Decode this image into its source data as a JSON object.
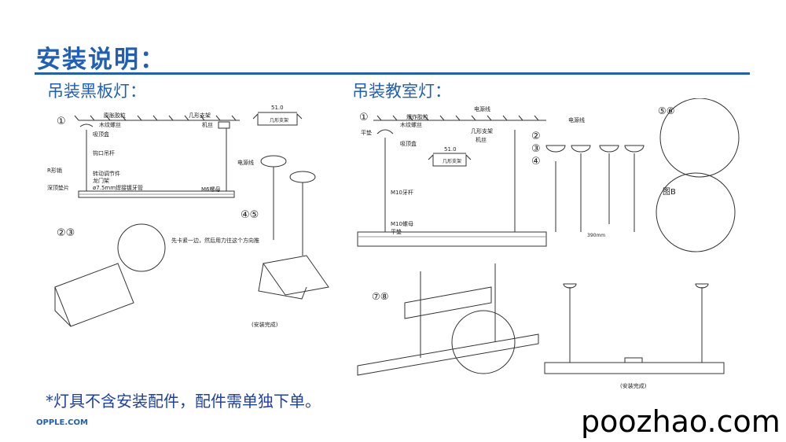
{
  "header": {
    "title": "安装说明："
  },
  "sections": {
    "left_title": "吊装黑板灯：",
    "right_title": "吊装教室灯："
  },
  "left_diagram": {
    "step1": "①",
    "labels": {
      "expansion_glue": "膨胀胶粒",
      "wood_screw": "木纹螺丝",
      "ceiling_box": "吸顶盒",
      "hook_rod": "钩口吊杆",
      "bracket": "几形支架",
      "machine_screw": "机丝",
      "r_clip": "R形销",
      "rotating_part": "转动调节件",
      "gate_frame": "龙门架",
      "pipe": "ø7.5mm焊接镀牙管",
      "washer": "深顶垫片",
      "power_line": "电源线",
      "m6_nut": "M6螺母"
    },
    "bracket_dim": "51.0",
    "bracket_label": "几形支架",
    "step2": "②③",
    "step4": "④⑤",
    "callout": "先卡紧一边，然后用力往这个方向推",
    "complete": "(安装完成)"
  },
  "right_diagram": {
    "step1": "①",
    "labels": {
      "power_line": "电源线",
      "expansion_glue": "爆炸胶粒",
      "wood_screw": "木纹螺丝",
      "flat_washer": "平垫",
      "bracket": "几形支架",
      "machine_screw": "机丝",
      "ceiling_box": "吸顶盒",
      "m10_rod": "M10牙杆",
      "m10_nut": "M10螺母",
      "flat_washer2": "平垫"
    },
    "bracket_dim": "51.0",
    "bracket_label": "几形支架",
    "power_line2": "电源线",
    "steps_234": [
      "②",
      "③",
      "④"
    ],
    "rod_dim": "390mm",
    "step56": "⑤⑥",
    "figB": "图B",
    "step78": "⑦⑧",
    "complete": "(安装完成)"
  },
  "footer": {
    "note": "*灯具不含安装配件，配件需单独下单。",
    "brand": "OPPLE.COM",
    "watermark": "poozhao.com"
  }
}
